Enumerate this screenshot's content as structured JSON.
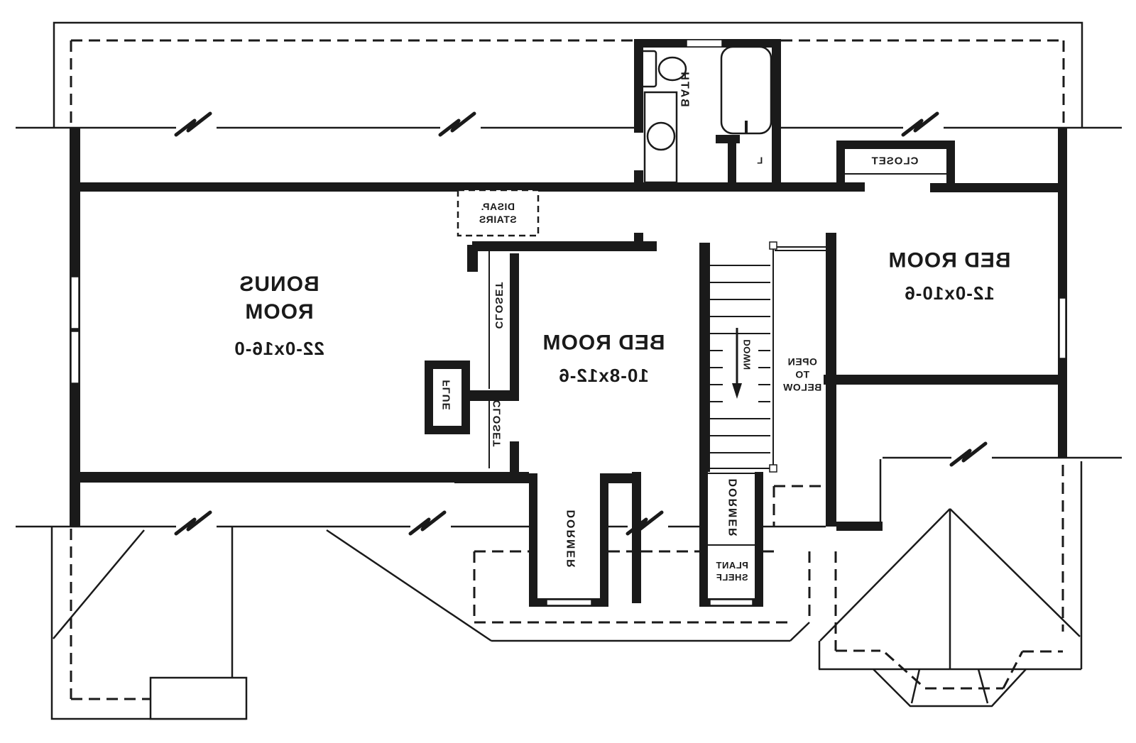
{
  "colors": {
    "ink": "#1a1a1a",
    "paper": "#ffffff"
  },
  "plan_orientation": "mirrored",
  "labels": {
    "bonus_name": "BONUS\nROOM",
    "bonus_dim": "22-0x16-0",
    "bed1_name": "BED ROOM",
    "bed1_dim": "10-8x12-6",
    "bed2_name": "BED ROOM",
    "bed2_dim": "12-0x10-6",
    "bath": "BATH",
    "closet_br2": "CLOSET",
    "closet_upper": "CLOSET",
    "closet_lower": "CLOSET",
    "flue": "FLUE",
    "disap_stairs": "DISAP.\nSTAIRS",
    "down": "DOWN",
    "open_below": "OPEN\nTO\nBELOW",
    "dormer_left": "DORMER",
    "dormer_right": "DORMER",
    "plant_shelf": "PLANT\nSHELF",
    "linen": "L"
  },
  "icons": [
    "toilet-icon",
    "sink-vanity-icon",
    "bathtub-icon",
    "stairs-icon",
    "down-arrow-icon",
    "break-mark-icon",
    "window-icon",
    "chimney-icon"
  ]
}
